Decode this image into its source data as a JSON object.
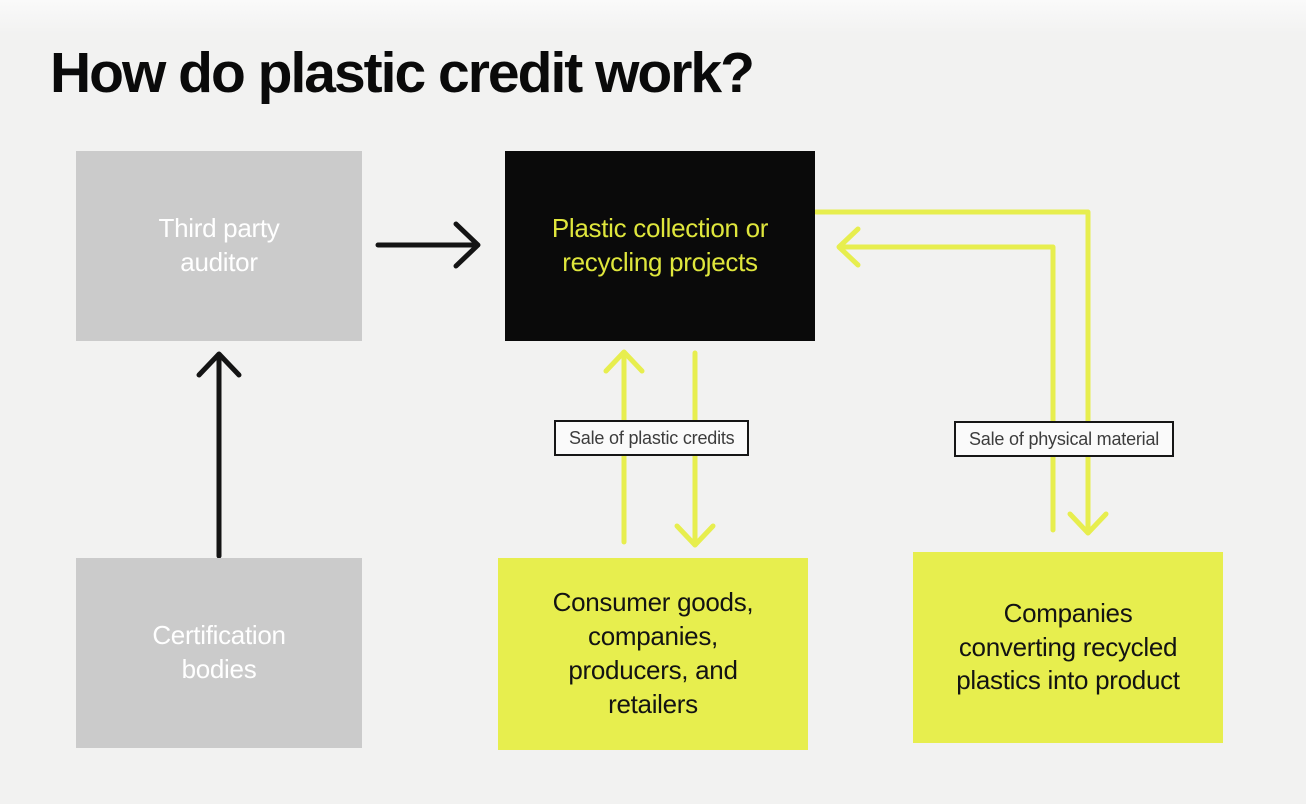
{
  "title": "How do plastic credit work?",
  "nodes": {
    "third_party_auditor": "Third party\nauditor",
    "plastic_collection": "Plastic collection or\nrecycling projects",
    "certification_bodies": "Certification\nbodies",
    "consumer_goods": "Consumer goods,\ncompanies,\nproducers, and\nretailers",
    "companies_converting": "Companies\nconverting recycled\nplastics into product"
  },
  "labels": {
    "plastic_credits": "Sale of plastic credits",
    "physical_material": "Sale of physical material"
  },
  "edges": [
    {
      "from": "Certification bodies",
      "to": "Third party auditor",
      "color": "black"
    },
    {
      "from": "Third party auditor",
      "to": "Plastic collection or recycling projects",
      "color": "black"
    },
    {
      "from": "Consumer goods, companies, producers, and retailers",
      "to": "Plastic collection or recycling projects",
      "color": "yellow",
      "label": "Sale of plastic credits"
    },
    {
      "from": "Plastic collection or recycling projects",
      "to": "Consumer goods, companies, producers, and retailers",
      "color": "yellow",
      "label": "Sale of plastic credits"
    },
    {
      "from": "Plastic collection or recycling projects",
      "to": "Companies converting recycled plastics into product",
      "color": "yellow",
      "label": "Sale of physical material"
    },
    {
      "from": "Companies converting recycled plastics into product",
      "to": "Plastic collection or recycling projects",
      "color": "yellow",
      "label": "Sale of physical material"
    }
  ],
  "colors": {
    "background": "#f2f2f1",
    "gray_box": "#cbcbcb",
    "black_box": "#0a0a0a",
    "accent_yellow": "#e7ee4e",
    "yellow_text_on_black": "#dfe63c",
    "black_arrow": "#141414"
  }
}
